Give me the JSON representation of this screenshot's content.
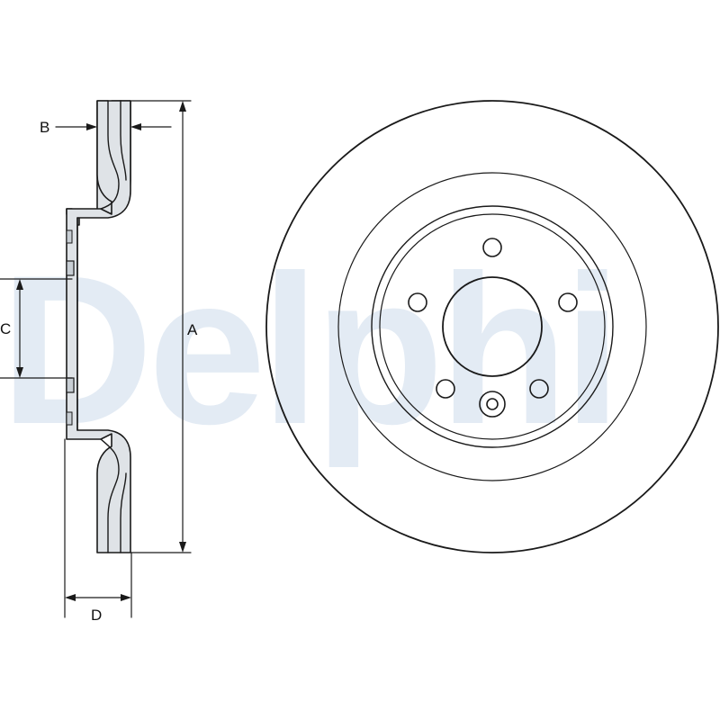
{
  "watermark": {
    "brand": "Delphi",
    "color": "#e3ebf4"
  },
  "dimensions": {
    "A": "A",
    "B": "B",
    "C": "C",
    "D": "D"
  },
  "colors": {
    "line": "#1a1a1a",
    "part_fill": "#dfe3e7",
    "background": "#ffffff"
  }
}
